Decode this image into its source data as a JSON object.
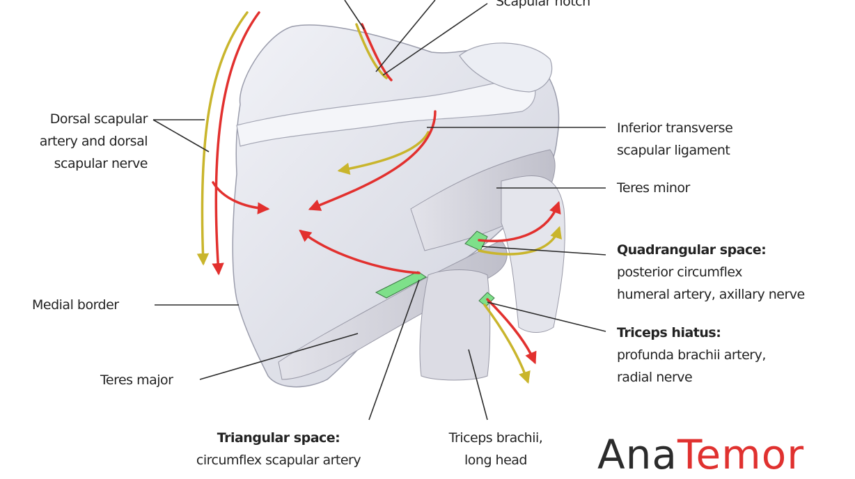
{
  "colors": {
    "artery": "#e2302e",
    "nerve": "#c9b52c",
    "space_fill": "#7ee08a",
    "bone": "#e4e6ee",
    "muscle": "#d8d8e0"
  },
  "labels": {
    "scapular_notch": "Scapular notch",
    "dorsal_scapular": [
      "Dorsal scapular",
      "artery and dorsal",
      "scapular nerve"
    ],
    "inferior_transverse": [
      "Inferior transverse",
      "scapular ligament"
    ],
    "teres_minor": "Teres minor",
    "quadrangular": {
      "title": "Quadrangular space:",
      "lines": [
        "posterior circumflex",
        "humeral artery, axillary nerve"
      ]
    },
    "medial_border": "Medial border",
    "triceps_hiatus": {
      "title": "Triceps hiatus:",
      "lines": [
        "profunda brachii artery,",
        "radial nerve"
      ]
    },
    "teres_major": "Teres major",
    "triangular": {
      "title": "Triangular space:",
      "line": "circumflex scapular artery"
    },
    "triceps_long": [
      "Triceps brachii,",
      "long head"
    ]
  },
  "watermark": {
    "part1": "Ana",
    "part2": "Temor"
  }
}
